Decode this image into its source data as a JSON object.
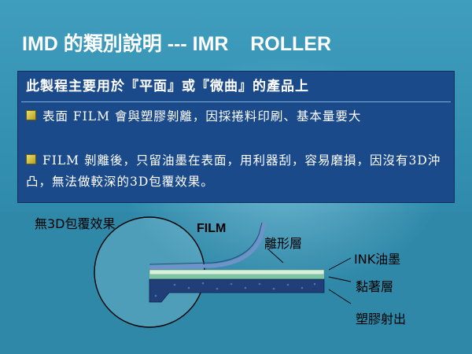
{
  "title": "IMD 的類別說明 --- IMR    ROLLER",
  "box": {
    "heading": "此製程主要用於『平面』或『微曲』的產品上",
    "bullets": [
      "表面 FILM 會與塑膠剝離，因採捲料印刷、基本量要大",
      "FILM 剝離後，只留油墨在表面，用利器刮，容易磨損，因沒有3D沖凸，無法做較深的3D包覆效果。"
    ]
  },
  "diagram": {
    "labels": {
      "no_3d": "無3D包覆效果",
      "film": "FILM",
      "release_layer": "離形層",
      "ink": "INK油墨",
      "adhesive": "黏著層",
      "molding": "塑膠射出"
    },
    "colors": {
      "film": "#7a9fd4",
      "ink": "#c9ead0",
      "adhesive": "#8ad0b0",
      "molding": "#1f3f7a"
    }
  }
}
